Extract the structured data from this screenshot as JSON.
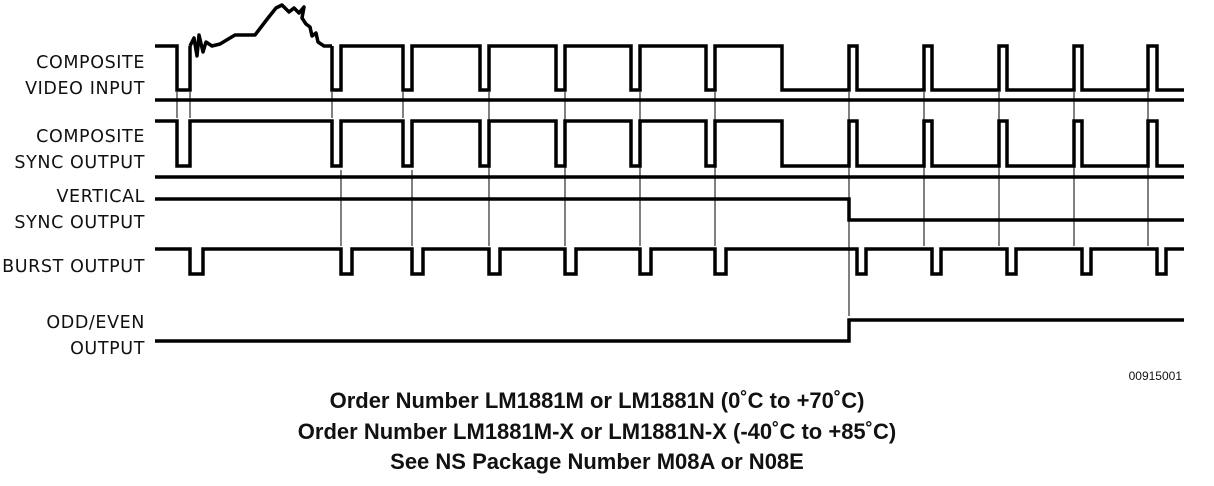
{
  "signals": [
    {
      "key": "composite_video",
      "lines": [
        "COMPOSITE",
        "VIDEO INPUT"
      ]
    },
    {
      "key": "composite_sync",
      "lines": [
        "COMPOSITE",
        "SYNC OUTPUT"
      ]
    },
    {
      "key": "vertical_sync",
      "lines": [
        "VERTICAL",
        "SYNC OUTPUT"
      ]
    },
    {
      "key": "burst",
      "lines": [
        "BURST OUTPUT"
      ]
    },
    {
      "key": "odd_even",
      "lines": [
        "ODD/EVEN",
        "OUTPUT"
      ]
    }
  ],
  "figure_id": "00915001",
  "order_info": [
    "Order Number LM1881M or LM1881N (0˚C to +70˚C)",
    "Order Number LM1881M-X or LM1881N-X (-40˚C to +85˚C)",
    "See NS Package Number M08A or N08E"
  ]
}
